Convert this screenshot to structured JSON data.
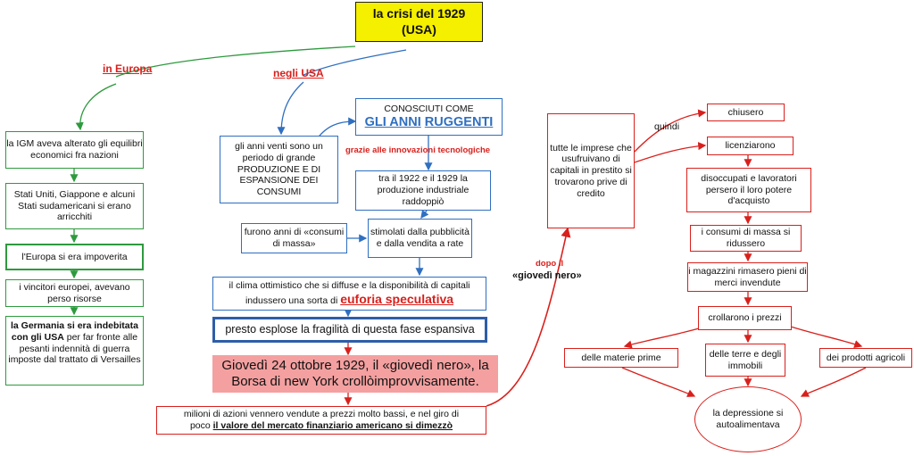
{
  "title": {
    "line1": "la crisi del 1929",
    "line2": "(USA)"
  },
  "labels": {
    "europa": "in Europa",
    "usa": "negli USA",
    "innovazioni": "grazie alle innovazioni  tecnologiche",
    "quindi": "quindi",
    "dopo_il": "dopo il",
    "giovedi_nero": "«giovedì nero»"
  },
  "europe": [
    {
      "text": "la IGM aveva  alterato gli equilibri economici fra nazioni"
    },
    {
      "text": "Stati Uniti, Giappone e alcuni Stati sudamericani si erano arricchiti"
    },
    {
      "text": "l'Europa si era impoverita"
    },
    {
      "text": "i vincitori europei, avevano perso risorse"
    },
    {
      "bold": "la Germania si era indebitata con gli USA",
      "rest": " per far fronte alle pesanti indennità di guerra imposte dal trattato di Versailles"
    }
  ],
  "usa": {
    "conosciuti_small": "CONOSCIUTI COME",
    "conosciuti_big_a": "GLI ANNI",
    "conosciuti_big_b": "RUGGENTI",
    "anni_venti": "gli anni venti sono un periodo di grande PRODUZIONE E DI ESPANSIONE DEI CONSUMI",
    "produzione": "tra il 1922 e il 1929 la produzione  industriale raddoppiò",
    "consumi_massa": "furono anni di «consumi di massa»",
    "stimolati": "stimolati dalla pubblicità e dalla vendita a rate",
    "clima_1": "il clima ottimistico  che si diffuse e la disponibilità di capitali",
    "clima_2": "indussero una sorta di ",
    "euforia": "euforia  speculativa",
    "fragilita": "presto esplose la fragilità di questa fase espansiva",
    "giovedi_box": "Giovedì 24 ottobre 1929, il «giovedì nero», la Borsa di new York crollòimprovvisamente.",
    "milioni_1": "milioni di azioni vennero vendute a prezzi molto bassi, e nel giro di",
    "milioni_2": "poco ",
    "milioni_3": "il  valore  del  mercato  finanziario  americano  si  dimezzò"
  },
  "crisis": {
    "imprese": "tutte le imprese che usufruivano di capitali in prestito si trovarono prive di credito",
    "chiusero": "chiusero",
    "licenziarono": "licenziarono",
    "disoccupati": "disoccupati e lavoratori persero il loro potere d'acquisto",
    "consumi_ridussero": "i consumi di massa si ridussero",
    "magazzini": "i magazzini rimasero pieni di merci invendute",
    "crollarono": "crollarono  i prezzi",
    "materie": "delle materie  prime",
    "terre": "delle terre e degli immobili",
    "prodotti": "dei prodotti agricoli",
    "depressione": "la depressione si autoalimentava"
  },
  "colors": {
    "title_bg": "#f5ef00",
    "green": "#2e9a3e",
    "blue": "#2f6fc0",
    "red": "#d9201c",
    "pink": "#f4a0a0"
  }
}
